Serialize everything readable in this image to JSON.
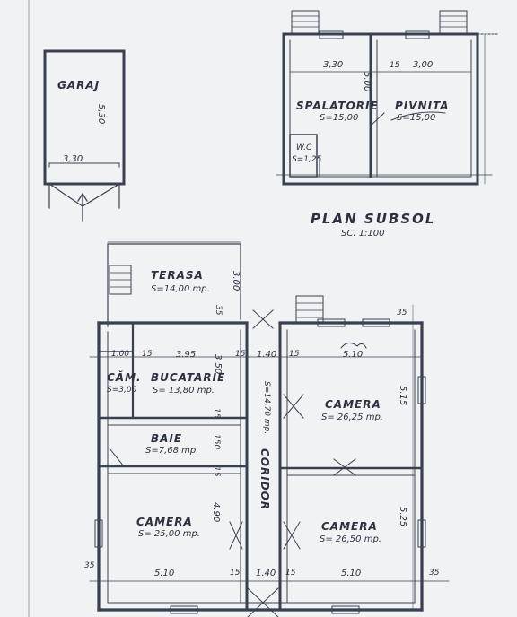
{
  "title": "PLAN SUBSOL",
  "scale": "SC. 1:100",
  "garaj": {
    "name": "GARAJ",
    "width": "3,30",
    "length": "5,30"
  },
  "subsol": {
    "spalatorie": {
      "name": "SPALATORIE",
      "area": "S=15,00"
    },
    "pivnita": {
      "name": "PIVNITA",
      "area": "S=15,00"
    },
    "wc": {
      "name": "W.C",
      "area": "S=1,25"
    },
    "dims": {
      "d330": "3,30",
      "d15": "15",
      "d300": "3,00",
      "d500": "5,00"
    }
  },
  "parter": {
    "terasa": {
      "name": "TERASA",
      "area": "S=14,00 mp."
    },
    "camara": {
      "name": "CĂM.",
      "area": "S=3,00"
    },
    "bucatarie": {
      "name": "BUCATARIE",
      "area": "S= 13,80 mp."
    },
    "baie": {
      "name": "BAIE",
      "area": "S=7,68 mp."
    },
    "camera_sw": {
      "name": "CAMERA",
      "area": "S= 25,00 mp."
    },
    "camera_ne": {
      "name": "CAMERA",
      "area": "S= 26,25 mp."
    },
    "camera_se": {
      "name": "CAMERA",
      "area": "S= 26,50 mp."
    },
    "corridor": {
      "name": "CORIDOR",
      "area": "S=14,70 mp."
    },
    "dims": {
      "t300": "3.00",
      "t35a": "35",
      "t350": "3.50",
      "t100": "1.00",
      "t15a": "15",
      "t395": "3.95",
      "t15b": "15",
      "t140": "1.40",
      "t15c": "15",
      "t510": "5.10",
      "t35b": "35",
      "t15v": "15",
      "t150": "150",
      "t15w": "15",
      "t490": "4.90",
      "t515": "5.15",
      "t525": "5.25",
      "b35l": "35",
      "b510l": "5.10",
      "b15l": "15",
      "b140": "1.40",
      "b15r": "15",
      "b510r": "5.10",
      "b35r": "35"
    }
  }
}
